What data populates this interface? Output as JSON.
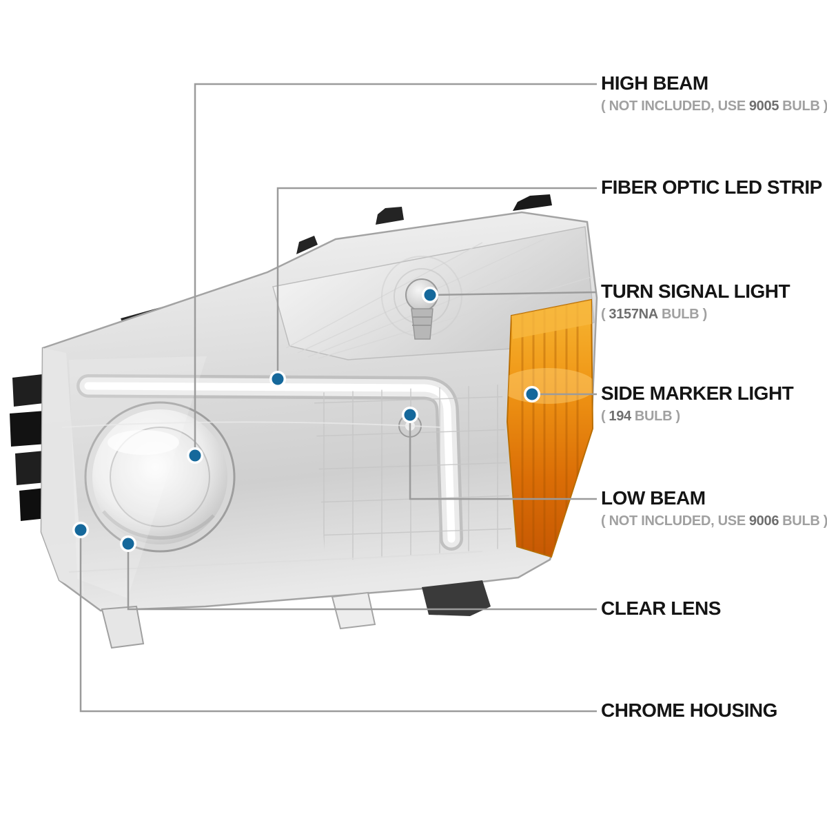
{
  "diagram": {
    "subject": "vehicle headlight assembly",
    "line_color": "#9b9b9b",
    "dot_color": "#15689b",
    "dot_ring_color": "#ffffff",
    "amber_color": "#ef9414",
    "chrome_color": "#d9d9d9",
    "background": "#ffffff"
  },
  "callouts": [
    {
      "id": "high-beam",
      "title": "HIGH BEAM",
      "sub_pre": "( NOT INCLUDED, USE",
      "sub_bulb": "9005",
      "sub_post": "BULB )"
    },
    {
      "id": "fiber-optic-led-strip",
      "title": "FIBER OPTIC LED STRIP"
    },
    {
      "id": "turn-signal-light",
      "title": "TURN SIGNAL LIGHT",
      "sub_pre": "(",
      "sub_bulb": "3157NA",
      "sub_post": "BULB )"
    },
    {
      "id": "side-marker-light",
      "title": "SIDE MARKER LIGHT",
      "sub_pre": "(",
      "sub_bulb": "194",
      "sub_post": "BULB )"
    },
    {
      "id": "low-beam",
      "title": "LOW BEAM",
      "sub_pre": "( NOT INCLUDED, USE",
      "sub_bulb": "9006",
      "sub_post": "BULB )"
    },
    {
      "id": "clear-lens",
      "title": "CLEAR LENS"
    },
    {
      "id": "chrome-housing",
      "title": "CHROME HOUSING"
    }
  ]
}
